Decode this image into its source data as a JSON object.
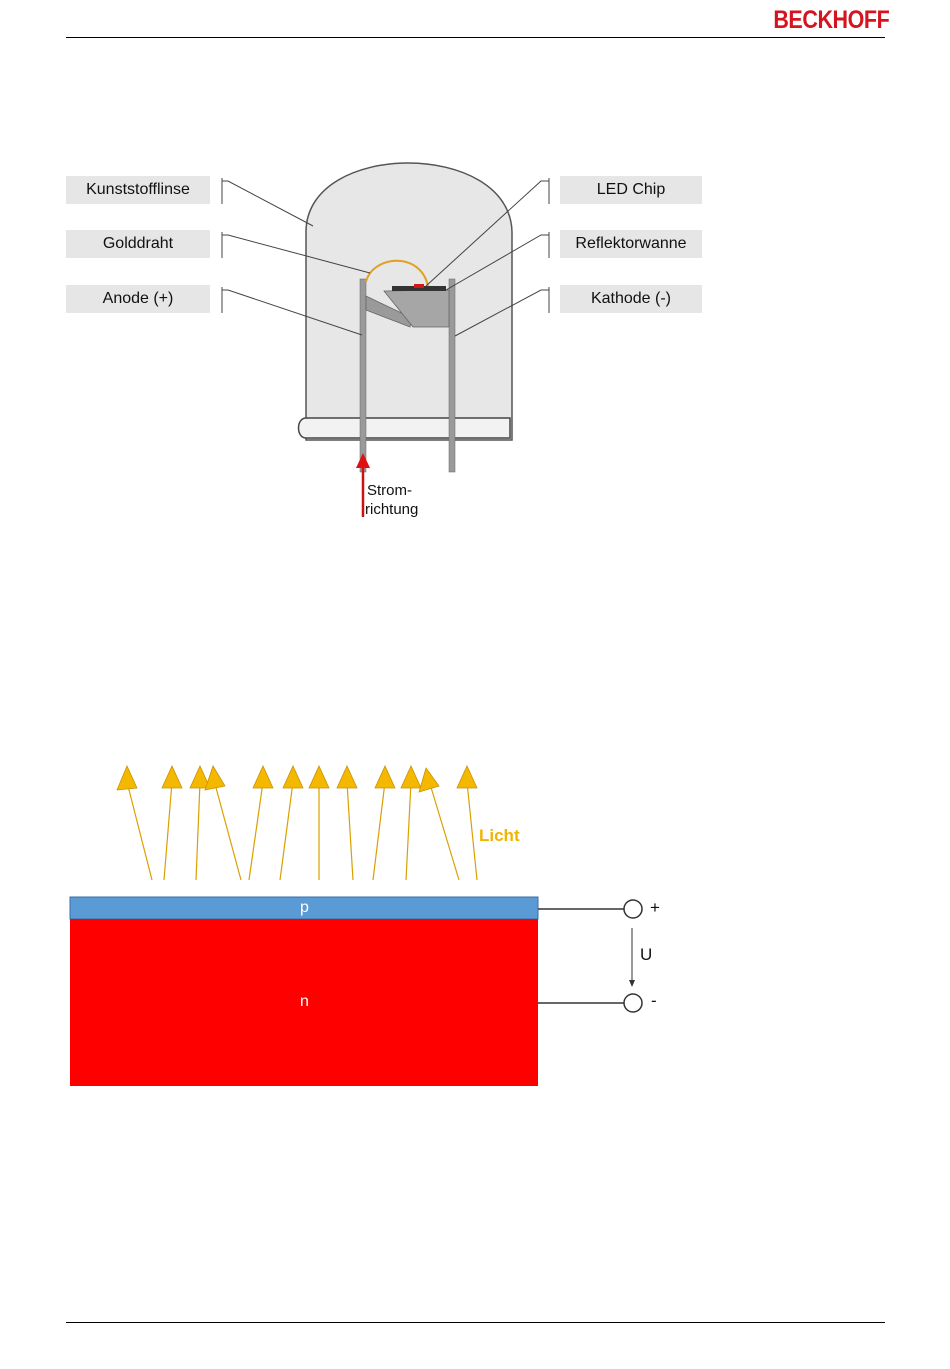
{
  "header": {
    "logo": "BECKHOFF"
  },
  "led_diagram": {
    "labels": {
      "lens": "Kunststofflinse",
      "gold_wire": "Golddraht",
      "anode": "Anode (+)",
      "chip": "LED Chip",
      "reflector": "Reflektorwanne",
      "cathode": "Kathode (-)"
    },
    "current_direction": {
      "line1": "Strom-",
      "line2": "richtung"
    }
  },
  "pn_diagram": {
    "light_label": "Licht",
    "p_label": "p",
    "n_label": "n",
    "plus_label": "+",
    "minus_label": "-",
    "voltage_label": "U",
    "colors": {
      "p_layer": "#5b9bd5",
      "n_layer": "#ff0000",
      "light": "#f5b800",
      "light_text": "#f0b400"
    }
  }
}
